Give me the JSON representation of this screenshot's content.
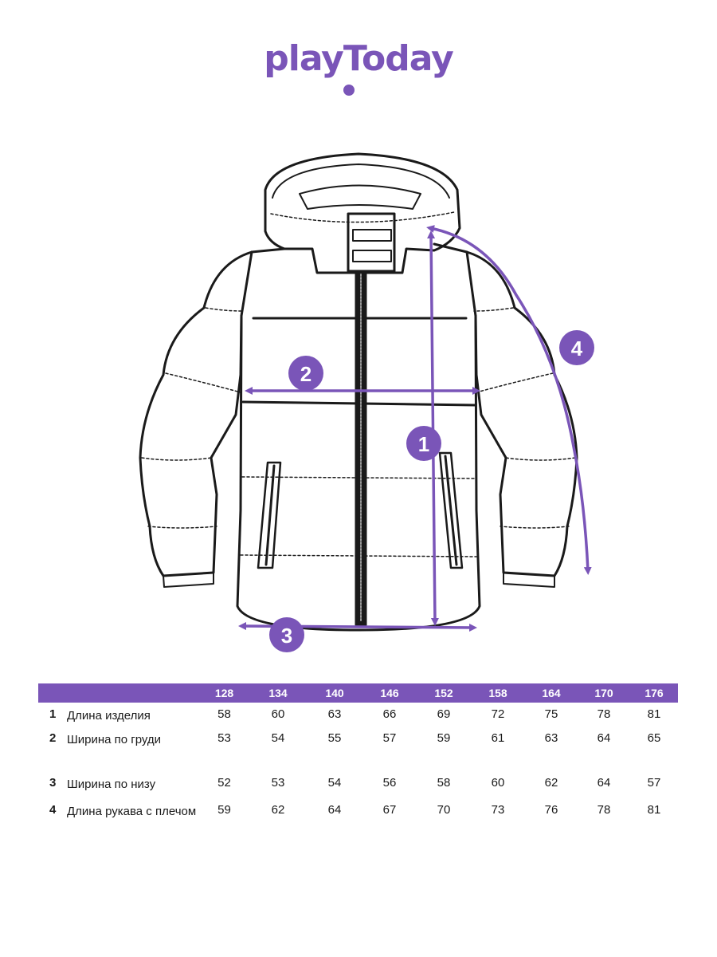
{
  "brand": {
    "name": "playToday",
    "accent_color": "#7a55b8"
  },
  "diagram": {
    "badges": [
      "1",
      "2",
      "3",
      "4"
    ]
  },
  "table": {
    "sizes": [
      "128",
      "134",
      "140",
      "146",
      "152",
      "158",
      "164",
      "170",
      "176"
    ],
    "rows": [
      {
        "index": "1",
        "label": "Длина изделия",
        "values": [
          "58",
          "60",
          "63",
          "66",
          "69",
          "72",
          "75",
          "78",
          "81"
        ]
      },
      {
        "index": "2",
        "label": "Ширина по груди",
        "values": [
          "53",
          "54",
          "55",
          "57",
          "59",
          "61",
          "63",
          "64",
          "65"
        ]
      },
      {
        "index": "3",
        "label": "Ширина по низу",
        "values": [
          "52",
          "53",
          "54",
          "56",
          "58",
          "60",
          "62",
          "64",
          "57"
        ]
      },
      {
        "index": "4",
        "label": "Длина рукава с плечом",
        "values": [
          "59",
          "62",
          "64",
          "67",
          "70",
          "73",
          "76",
          "78",
          "81"
        ]
      }
    ]
  }
}
